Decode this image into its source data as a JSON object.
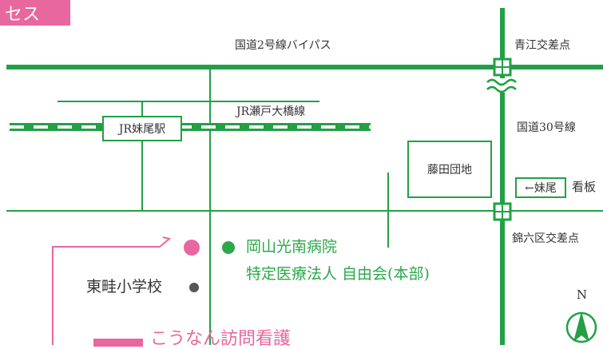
{
  "header": {
    "tab_text": "セス"
  },
  "roads": {
    "route2_bypass": "国道2号線バイパス",
    "jr_seto_ohashi": "JR瀬戸大橋線",
    "route30": "国道30号線"
  },
  "intersections": {
    "aoe": "青江交差点",
    "nishiki6": "錦六区交差点"
  },
  "landmarks": {
    "jr_senoo_station": "JR妹尾駅",
    "fujita_danchi": "藤田団地",
    "sign_board_arrow": "←妹尾",
    "sign_board_label": "看板",
    "hospital_name": "岡山光南病院",
    "hospital_corp": "特定医療法人 自由会(本部)",
    "school": "東畦小学校"
  },
  "compass": {
    "north_label": "N"
  },
  "footer": {
    "partial_text": "こうなん訪問看護"
  },
  "colors": {
    "road_green": "#22a045",
    "hospital_green": "#2aa84a",
    "pink": "#e8679e",
    "school_dot": "#555555"
  }
}
